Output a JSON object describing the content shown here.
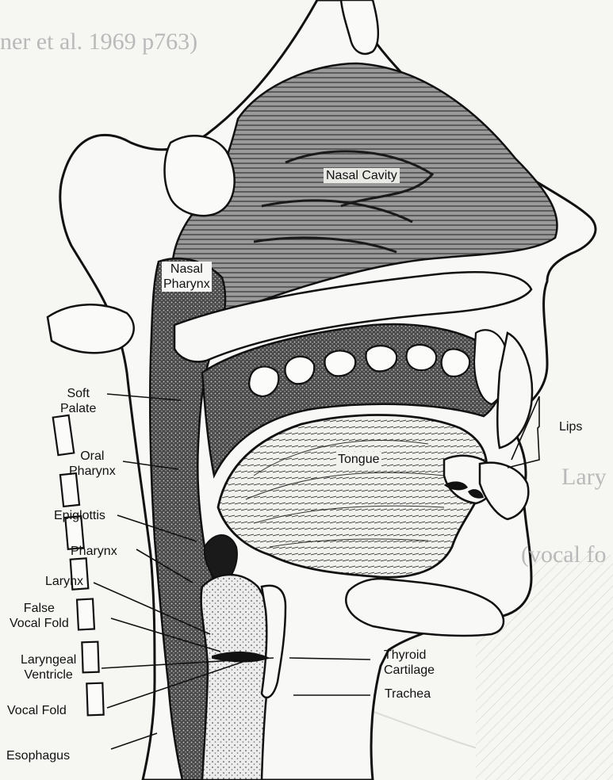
{
  "background_text": {
    "caption_fragment": "ner et al. 1969 p763)",
    "right_fragment_1": "Lary",
    "right_fragment_2": "(vocal fo"
  },
  "labels": {
    "nasal_cavity": "Nasal Cavity",
    "nasal_pharynx": "Nasal\nPharynx",
    "soft_palate": "Soft\nPalate",
    "oral_pharynx": "Oral\nPharynx",
    "epiglottis": "Epiglottis",
    "pharynx": "Pharynx",
    "larynx": "Larynx",
    "false_vocal_fold": "False\nVocal Fold",
    "laryngeal_ventricle": "Laryngeal\nVentricle",
    "vocal_fold": "Vocal Fold",
    "esophagus": "Esophagus",
    "tongue": "Tongue",
    "lips": "Lips",
    "thyroid_cartilage": "Thyroid\nCartilage",
    "trachea": "Trachea"
  }
}
